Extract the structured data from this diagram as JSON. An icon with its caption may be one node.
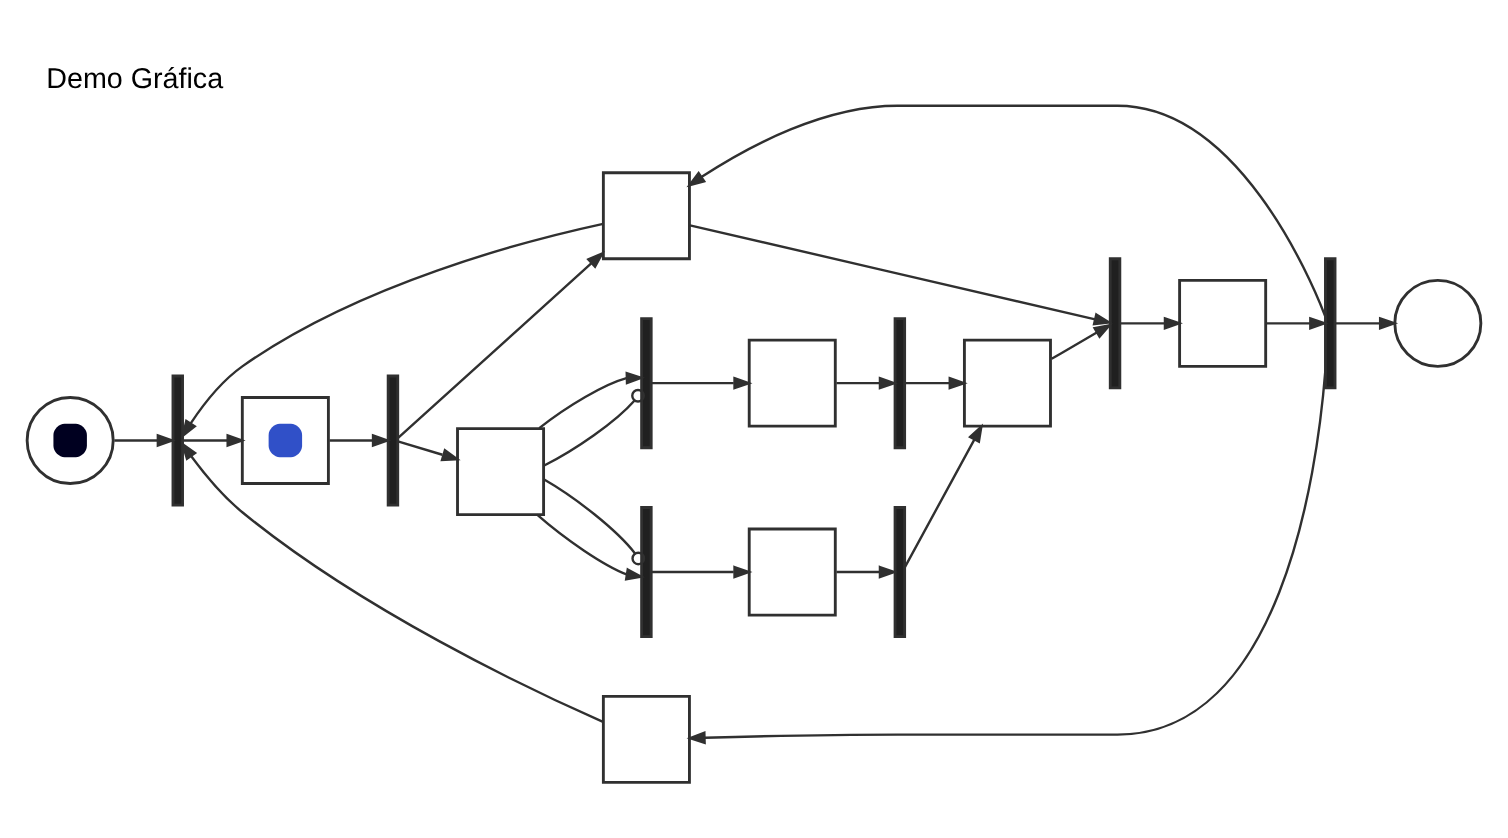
{
  "diagram": {
    "title": "Demo Gráfica",
    "nodes": [
      {
        "text": [],
        "shape": "circle"
      },
      {
        "text": [],
        "shape": "bar"
      },
      {
        "text": [],
        "shape": "box"
      },
      {
        "text": [],
        "shape": "bar"
      },
      {
        "text": [],
        "shape": "box"
      },
      {
        "text": [],
        "shape": "bar"
      },
      {
        "text": [],
        "shape": "bar"
      },
      {
        "text": [],
        "shape": "box"
      },
      {
        "text": [],
        "shape": "box"
      },
      {
        "text": [],
        "shape": "box"
      },
      {
        "text": [],
        "shape": "box"
      },
      {
        "text": [],
        "shape": "bar"
      },
      {
        "text": [],
        "shape": "bar"
      },
      {
        "text": [],
        "shape": "box"
      },
      {
        "text": [],
        "shape": "bar"
      },
      {
        "text": [],
        "shape": "box"
      },
      {
        "text": [],
        "shape": "bar"
      },
      {
        "text": [],
        "shape": "circle"
      }
    ],
    "edges": [
      {
        "from": 0,
        "to": 1,
        "arrow": "to"
      },
      {
        "from": 1,
        "to": 2,
        "arrow": "to"
      },
      {
        "from": 2,
        "to": 3,
        "arrow": "to"
      },
      {
        "from": 3,
        "to": 4,
        "arrow": "to"
      },
      {
        "from": 4,
        "to": 5,
        "arrow": "to"
      },
      {
        "from": 4,
        "to": 5,
        "arrow": "other"
      },
      {
        "from": 4,
        "to": 6,
        "arrow": "other"
      },
      {
        "from": 4,
        "to": 6,
        "arrow": "to"
      },
      {
        "from": 5,
        "to": 8,
        "arrow": "to"
      },
      {
        "from": 6,
        "to": 9,
        "arrow": "to"
      },
      {
        "from": 8,
        "to": 11,
        "arrow": "to"
      },
      {
        "from": 9,
        "to": 12,
        "arrow": "to"
      },
      {
        "from": 11,
        "to": 13,
        "arrow": "to"
      },
      {
        "from": 12,
        "to": 13,
        "arrow": "to"
      },
      {
        "from": 13,
        "to": 14,
        "arrow": "to"
      },
      {
        "from": 14,
        "to": 15,
        "arrow": "to"
      },
      {
        "from": 15,
        "to": 16,
        "arrow": "to"
      },
      {
        "from": 16,
        "to": 17,
        "arrow": "to"
      },
      {
        "from": 16,
        "to": 7,
        "arrow": "to"
      },
      {
        "from": 7,
        "to": 1,
        "arrow": "to"
      },
      {
        "from": 3,
        "to": 10,
        "arrow": "to"
      },
      {
        "from": 10,
        "to": 14,
        "arrow": "to"
      },
      {
        "from": 16,
        "to": 10,
        "arrow": "to"
      },
      {
        "from": 10,
        "to": 1,
        "arrow": "to"
      }
    ]
  }
}
